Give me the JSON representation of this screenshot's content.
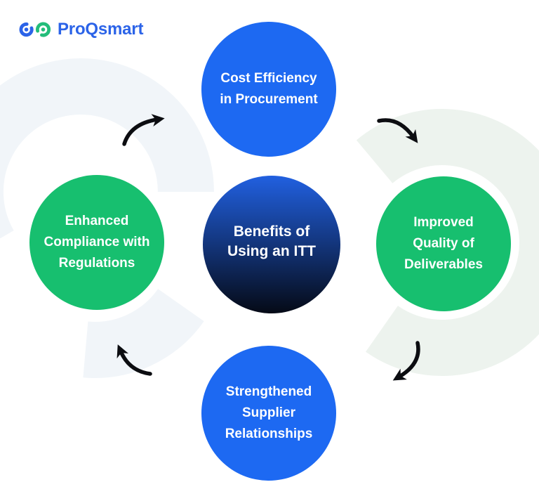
{
  "brand": {
    "name": "ProQsmart"
  },
  "diagram": {
    "type": "hub-and-spoke-cycle",
    "flow_direction": "clockwise",
    "center": {
      "lines": [
        "Benefits of",
        "Using an ITT"
      ]
    },
    "nodes": {
      "top": {
        "label": "Cost Efficiency in Procurement",
        "lines": [
          "Cost Efficiency",
          "in Procurement"
        ],
        "color_key": "blue"
      },
      "right": {
        "label": "Improved Quality of Deliverables",
        "lines": [
          "Improved",
          "Quality of",
          "Deliverables"
        ],
        "color_key": "green"
      },
      "bottom": {
        "label": "Strengthened Supplier Relationships",
        "lines": [
          "Strengthened",
          "Supplier",
          "Relationships"
        ],
        "color_key": "blue"
      },
      "left": {
        "label": "Enhanced Compliance with Regulations",
        "lines": [
          "Enhanced",
          "Compliance with",
          "Regulations"
        ],
        "color_key": "green"
      }
    },
    "arrows": [
      "curved-arrow-left-to-top",
      "curved-arrow-top-to-right",
      "curved-arrow-right-to-bottom",
      "curved-arrow-bottom-to-left"
    ]
  },
  "palette": {
    "blue": "#1d69f2",
    "green": "#17bf6f",
    "centerTop": "#2160e0",
    "centerBottom": "#050a16",
    "arrow": "#0c0d11",
    "decorLeft": "#f1f5f9",
    "decorRight": "#edf3ee",
    "brandBlue": "#2b63e8",
    "brandGreen": "#23bd7a",
    "white": "#ffffff"
  }
}
